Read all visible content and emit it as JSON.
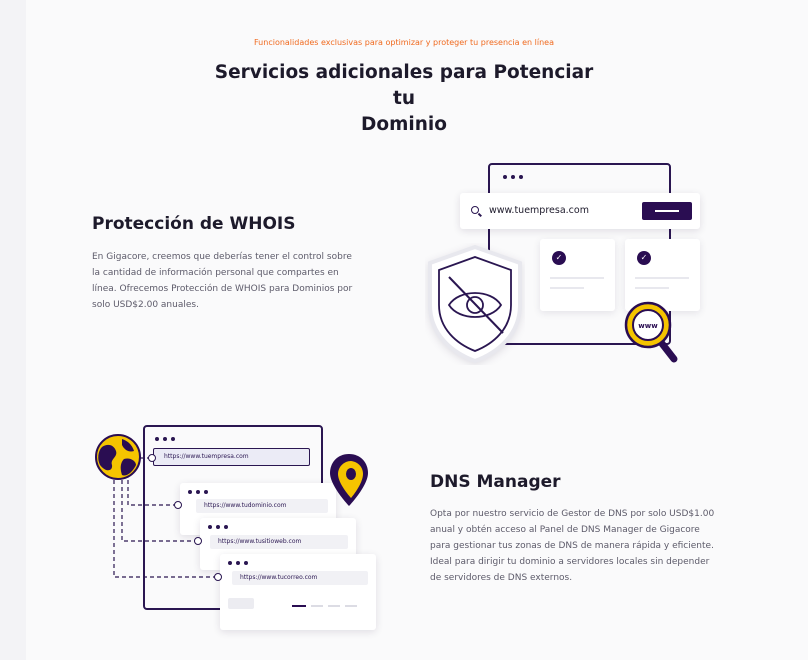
{
  "header": {
    "eyebrow": "Funcionalidades exclusivas para optimizar y proteger tu presencia en línea",
    "title_line1": "Servicios adicionales para Potenciar tu",
    "title_line2": "Dominio"
  },
  "whois": {
    "title": "Protección de WHOIS",
    "body": "En Gigacore, creemos que deberías tener el control sobre la cantidad de información personal que compartes en línea. Ofrecemos Protección de WHOIS para Dominios por solo USD$2.00 anuales.",
    "search_domain": "www.tuempresa.com",
    "magnifier_label": "www"
  },
  "dns": {
    "title": "DNS Manager",
    "body": "Opta por nuestro servicio de Gestor de DNS por solo USD$1.00 anual y obtén acceso al Panel de DNS Manager de Gigacore para gestionar tus zonas de DNS de manera rápida y eficiente. Ideal para dirigir tu dominio a servidores locales sin depender de servidores de DNS externos.",
    "urls": [
      "https://www.tuempresa.com",
      "https://www.tudominio.com",
      "https://www.tusitioweb.com",
      "https://www.tucorreo.com"
    ]
  },
  "colors": {
    "accent_orange": "#f06a1f",
    "brand_purple": "#2a0d52",
    "brand_yellow": "#f5c400"
  }
}
